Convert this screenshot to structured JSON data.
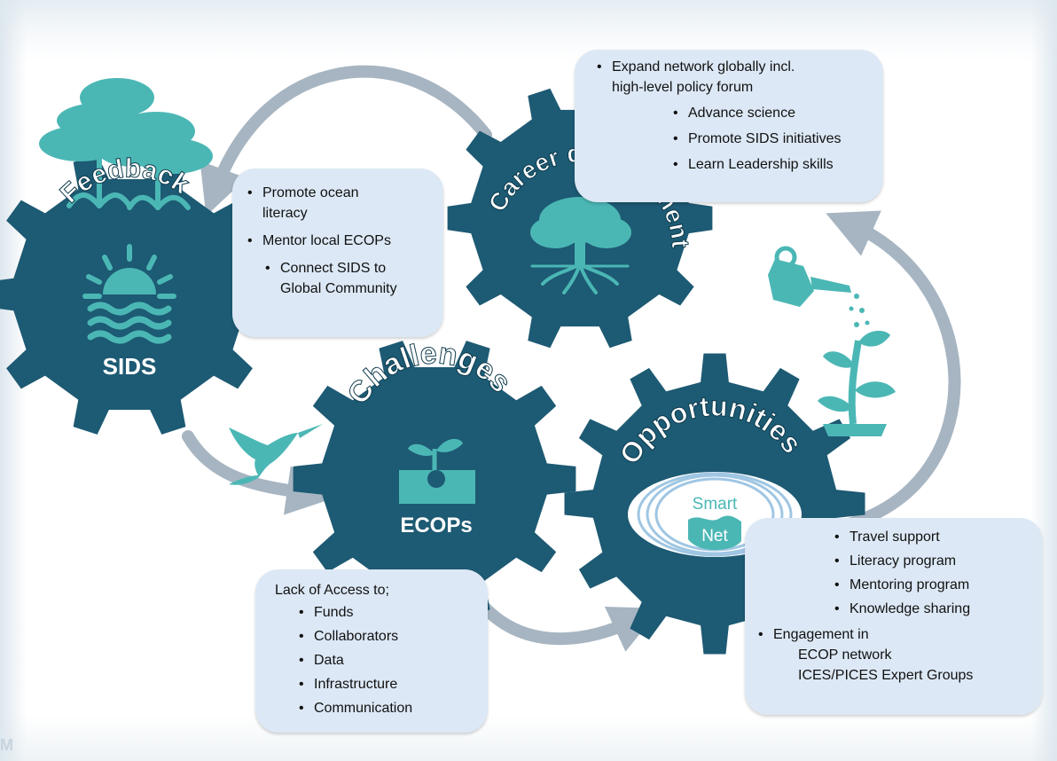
{
  "gears": {
    "feedback": {
      "title": "Feedback",
      "subtitle": "SIDS"
    },
    "career": {
      "title": "Career development"
    },
    "challenges": {
      "title": "Challenges",
      "subtitle": "ECOPs"
    },
    "opportunities": {
      "title": "Opportunities",
      "logo_top": "Smart",
      "logo_bottom": "Net"
    }
  },
  "boxes": {
    "career": {
      "items": [
        "Expand network globally incl.",
        "high-level policy forum",
        "Advance science",
        "Promote SIDS initiatives",
        "Learn Leadership skills"
      ]
    },
    "feedback": {
      "items": [
        "Promote ocean",
        "literacy",
        "Mentor local ECOPs",
        "Connect SIDS to",
        "Global Community"
      ]
    },
    "challenges": {
      "intro": "Lack of Access to;",
      "items": [
        "Funds",
        "Collaborators",
        "Data",
        "Infrastructure",
        "Communication"
      ]
    },
    "opportunities": {
      "items": [
        "Travel support",
        "Literacy program",
        "Mentoring program",
        "Knowledge sharing",
        "Engagement in",
        "ECOP network",
        "ICES/PICES Expert Groups"
      ]
    }
  },
  "watermark": "M",
  "colors": {
    "gear": "#1d5a73",
    "teal": "#4bb7b5",
    "arrow": "#a7b5c2",
    "box": "#dce8f5"
  }
}
